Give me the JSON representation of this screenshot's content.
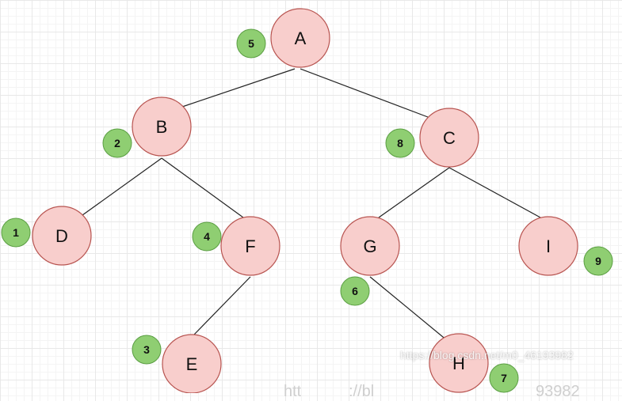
{
  "colors": {
    "node_fill": "#f8cecc",
    "node_stroke": "#b85450",
    "badge_fill": "#8fce72",
    "badge_stroke": "#5a9e42",
    "edge": "#222222"
  },
  "nodes": [
    {
      "id": "A",
      "label": "A",
      "order": "5"
    },
    {
      "id": "B",
      "label": "B",
      "order": "2"
    },
    {
      "id": "C",
      "label": "C",
      "order": "8"
    },
    {
      "id": "D",
      "label": "D",
      "order": "1"
    },
    {
      "id": "F",
      "label": "F",
      "order": "4"
    },
    {
      "id": "G",
      "label": "G",
      "order": "6"
    },
    {
      "id": "I",
      "label": "I",
      "order": "9"
    },
    {
      "id": "E",
      "label": "E",
      "order": "3"
    },
    {
      "id": "H",
      "label": "H",
      "order": "7"
    }
  ],
  "edges": [
    {
      "from": "A",
      "to": "B"
    },
    {
      "from": "A",
      "to": "C"
    },
    {
      "from": "B",
      "to": "D"
    },
    {
      "from": "B",
      "to": "F"
    },
    {
      "from": "C",
      "to": "G"
    },
    {
      "from": "C",
      "to": "I"
    },
    {
      "from": "F",
      "to": "E"
    },
    {
      "from": "G",
      "to": "H"
    }
  ],
  "watermark": {
    "text": "https://blog.csdn.net/m0_46193982",
    "faint_left": "htt",
    "faint_mid": "://bl",
    "faint_right": "93982"
  }
}
